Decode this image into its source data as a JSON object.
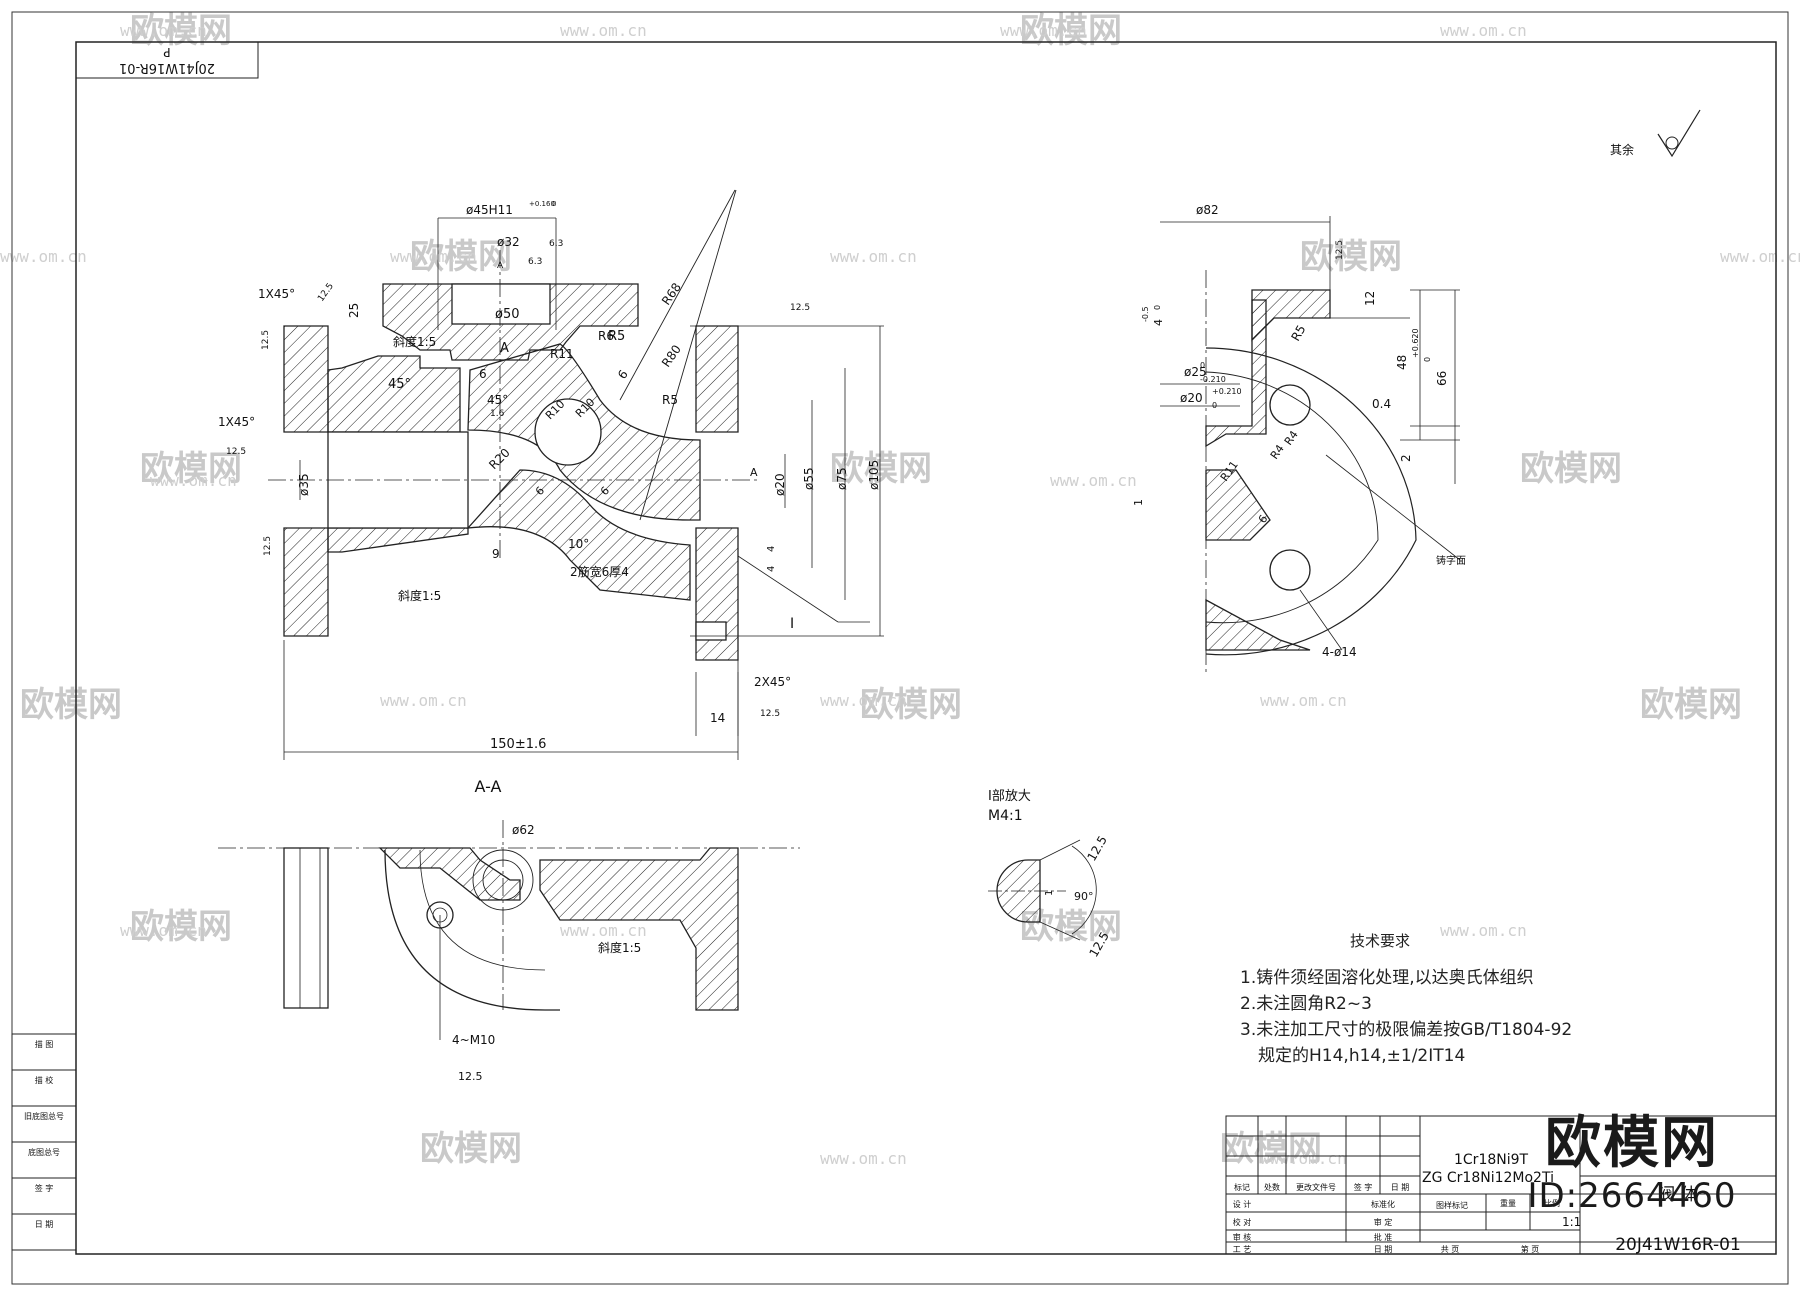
{
  "drawing": {
    "corner_label_code": "20J41W16R-01",
    "corner_label_letter": "P",
    "roughness_note_label": "其余",
    "section_title": "A-A",
    "detail_title": "I部放大",
    "detail_scale": "M4:1",
    "detail_leader_label": "I",
    "cast_surface_label": "铸字面"
  },
  "dimensions": {
    "front": [
      "ø45H11",
      "+0.160",
      "0",
      "ø32",
      "6.3",
      "6.3",
      "A",
      "ø50",
      "25",
      "斜度1:5",
      "45°",
      "6",
      "R11",
      "R6",
      "R5",
      "A",
      "R68",
      "R80",
      "6",
      "R5",
      "1X45°",
      "12.5",
      "12.5",
      "1X45°",
      "12.5",
      "45°",
      "1.6",
      "R10",
      "R10",
      "R20",
      "ø35",
      "6",
      "6",
      "10°",
      "2筋宽6厚4",
      "9",
      "12.5",
      "斜度1:5",
      "ø20",
      "ø55",
      "ø75",
      "ø105",
      "A",
      "4",
      "4",
      "2X45°",
      "12.5",
      "14",
      "150±1.6",
      "12.5"
    ],
    "side": [
      "ø82",
      "12.5",
      "12",
      "4",
      "-0.5",
      "0",
      "R5",
      "48",
      "+0.620",
      "0",
      "66",
      "ø25",
      "0",
      "-0.210",
      "ø20",
      "+0.210",
      "0",
      "0.4",
      "2",
      "R4",
      "R4",
      "R11",
      "6",
      "1",
      "4-ø14"
    ],
    "section": [
      "ø62",
      "斜度1:5",
      "4~M10",
      "12.5"
    ],
    "detail": [
      "12.5",
      "90°",
      "12.5",
      "1"
    ]
  },
  "tech_requirements": {
    "title": "技术要求",
    "items": [
      "1.铸件须经固溶化处理,以达奥氏体组织",
      "2.未注圆角R2~3",
      "3.未注加工尺寸的极限偏差按GB/T1804-92",
      "规定的H14,h14,±1/2IT14"
    ]
  },
  "title_block": {
    "material_1": "1Cr18Ni9T",
    "material_2": "ZG Cr18Ni12Mo2Ti",
    "part_name": "阀  体",
    "drawing_no": "20J41W16R-01",
    "scale": "1:1",
    "labels": {
      "mark": "标记",
      "count": "处数",
      "doc_no": "更改文件号",
      "sign": "签 字",
      "date": "日 期",
      "design": "设 计",
      "standardize": "标准化",
      "check": "校 对",
      "review": "审 定",
      "audit": "审 核",
      "approve": "批 准",
      "process": "工 艺",
      "date2": "日 期",
      "stage_mark": "图样标记",
      "weight": "重量",
      "scale_label": "比例",
      "sheets_total": "共  页",
      "sheet_no": "第  页"
    }
  },
  "left_strip": [
    "描 图",
    "描 校",
    "旧底图总号",
    "底图总号",
    "签 字",
    "日 期"
  ],
  "watermark": {
    "brand": "欧模网",
    "url": "www.om.cn",
    "logo": "欧模网",
    "id": "ID:2664460"
  }
}
